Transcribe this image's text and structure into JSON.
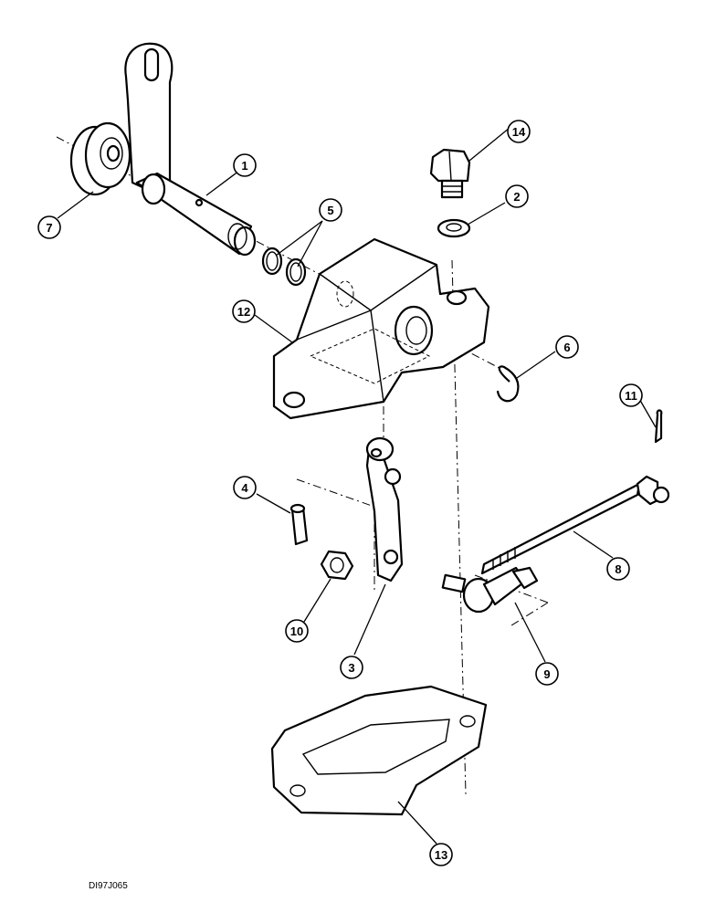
{
  "drawing_code": "DI97J065",
  "callouts": [
    {
      "label": "1"
    },
    {
      "label": "2"
    },
    {
      "label": "3"
    },
    {
      "label": "4"
    },
    {
      "label": "5"
    },
    {
      "label": "6"
    },
    {
      "label": "7"
    },
    {
      "label": "8"
    },
    {
      "label": "9"
    },
    {
      "label": "10"
    },
    {
      "label": "11"
    },
    {
      "label": "12"
    },
    {
      "label": "13"
    },
    {
      "label": "14"
    }
  ]
}
